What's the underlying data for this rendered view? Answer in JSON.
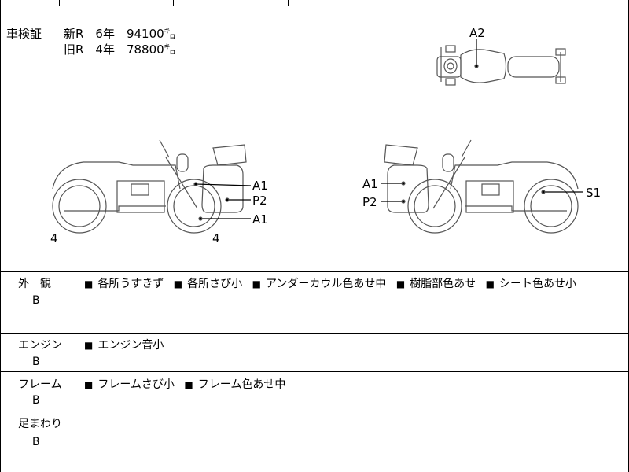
{
  "inspection": {
    "label": "車検証",
    "new_row": "新R　6年　94100㌔",
    "old_row": "旧R　4年　78800㌔"
  },
  "diagram": {
    "top_view_label": "A2",
    "left_side": {
      "labels": [
        "A1",
        "P2",
        "A1"
      ],
      "wheel_front": "4",
      "wheel_rear": "4"
    },
    "right_side": {
      "labels": [
        "A1",
        "P2",
        "S1"
      ]
    }
  },
  "sections": [
    {
      "title": "外　観",
      "grade": "B",
      "items": [
        "各所うすきず",
        "各所さび小",
        "アンダーカウル色あせ中",
        "樹脂部色あせ",
        "シート色あせ小"
      ]
    },
    {
      "title": "エンジン",
      "grade": "B",
      "items": [
        "エンジン音小"
      ]
    },
    {
      "title": "フレーム",
      "grade": "B",
      "items": [
        "フレームさび小",
        "フレーム色あせ中"
      ]
    },
    {
      "title": "足まわり",
      "grade": "B",
      "items": []
    }
  ],
  "marker_symbol": "■"
}
